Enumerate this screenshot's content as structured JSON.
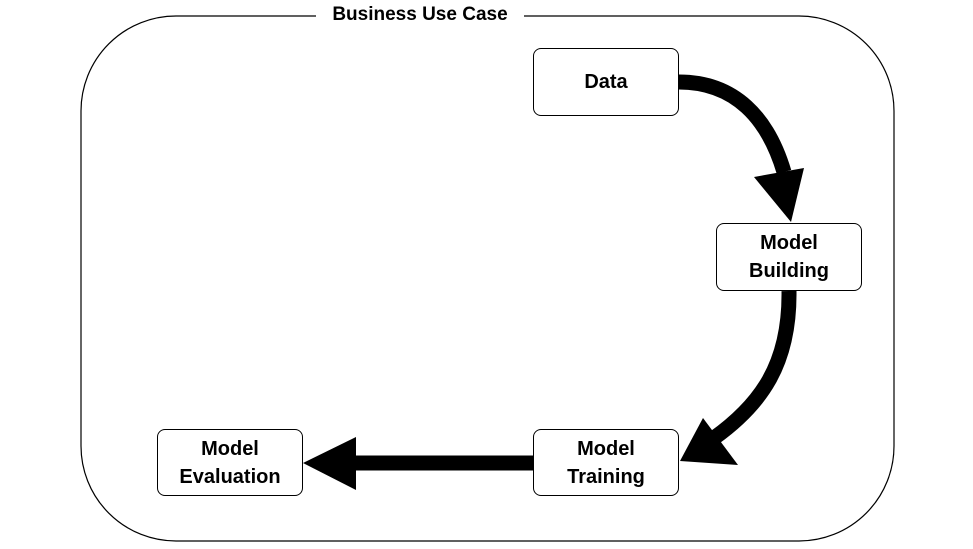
{
  "diagram": {
    "frame_label": "Business Use Case",
    "nodes": {
      "data": {
        "line1": "Data"
      },
      "model_building": {
        "line1": "Model",
        "line2": "Building"
      },
      "model_training": {
        "line1": "Model",
        "line2": "Training"
      },
      "model_evaluation": {
        "line1": "Model",
        "line2": "Evaluation"
      }
    },
    "edges": [
      {
        "from": "Data",
        "to": "Model Building"
      },
      {
        "from": "Model Building",
        "to": "Model Training"
      },
      {
        "from": "Model Training",
        "to": "Model Evaluation"
      }
    ],
    "colors": {
      "stroke": "#000000",
      "background": "#ffffff"
    }
  }
}
